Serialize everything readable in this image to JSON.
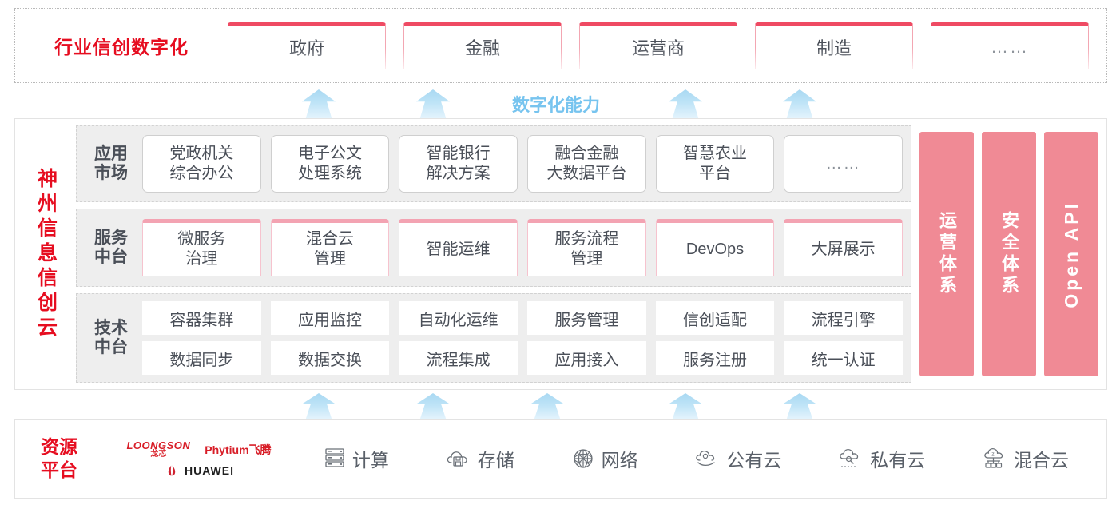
{
  "industry": {
    "title": "行业信创数字化",
    "boxes": [
      {
        "label": "政府"
      },
      {
        "label": "金融"
      },
      {
        "label": "运营商"
      },
      {
        "label": "制造"
      },
      {
        "label": "……"
      }
    ]
  },
  "capability": {
    "label": "数字化能力"
  },
  "cloud": {
    "title": "神州信息信创云",
    "rows": [
      {
        "label": "应用\n市场",
        "label_line1": "应用",
        "label_line2": "市场",
        "items": [
          {
            "line1": "党政机关",
            "line2": "综合办公"
          },
          {
            "line1": "电子公文",
            "line2": "处理系统"
          },
          {
            "line1": "智能银行",
            "line2": "解决方案"
          },
          {
            "line1": "融合金融",
            "line2": "大数据平台"
          },
          {
            "line1": "智慧农业",
            "line2": "平台"
          },
          {
            "line1": "……",
            "line2": ""
          }
        ]
      },
      {
        "label_line1": "服务",
        "label_line2": "中台",
        "items": [
          {
            "line1": "微服务",
            "line2": "治理"
          },
          {
            "line1": "混合云",
            "line2": "管理"
          },
          {
            "line1": "智能运维",
            "line2": ""
          },
          {
            "line1": "服务流程",
            "line2": "管理"
          },
          {
            "line1": "DevOps",
            "line2": ""
          },
          {
            "line1": "大屏展示",
            "line2": ""
          }
        ]
      },
      {
        "label_line1": "技术",
        "label_line2": "中台",
        "line_a": [
          "容器集群",
          "应用监控",
          "自动化运维",
          "服务管理",
          "信创适配",
          "流程引擎"
        ],
        "line_b": [
          "数据同步",
          "数据交换",
          "流程集成",
          "应用接入",
          "服务注册",
          "统一认证"
        ]
      }
    ],
    "pillars": [
      {
        "label": "运营体系",
        "latin": false
      },
      {
        "label": "安全体系",
        "latin": false
      },
      {
        "label": "Open API",
        "latin": true
      }
    ]
  },
  "resource": {
    "title_line1": "资源",
    "title_line2": "平台",
    "logos": [
      {
        "name": "loongson-logo",
        "en": "LOONGSON",
        "cn": "龙芯"
      },
      {
        "name": "phytium-logo",
        "text": "Phytium飞腾"
      },
      {
        "name": "huawei-logo",
        "text": "HUAWEI"
      }
    ],
    "items": [
      {
        "icon": "server-icon",
        "label": "计算"
      },
      {
        "icon": "cloud-storage-icon",
        "label": "存储"
      },
      {
        "icon": "network-icon",
        "label": "网络"
      },
      {
        "icon": "public-cloud-icon",
        "label": "公有云"
      },
      {
        "icon": "private-cloud-icon",
        "label": "私有云"
      },
      {
        "icon": "hybrid-cloud-icon",
        "label": "混合云"
      }
    ]
  },
  "colors": {
    "brand_red": "#e60d20",
    "accent_pink": "#f08a95",
    "box_pink": "#f3a3b2",
    "arrow_blue": "#a8d8f2",
    "capability_blue": "#77c4ef"
  }
}
